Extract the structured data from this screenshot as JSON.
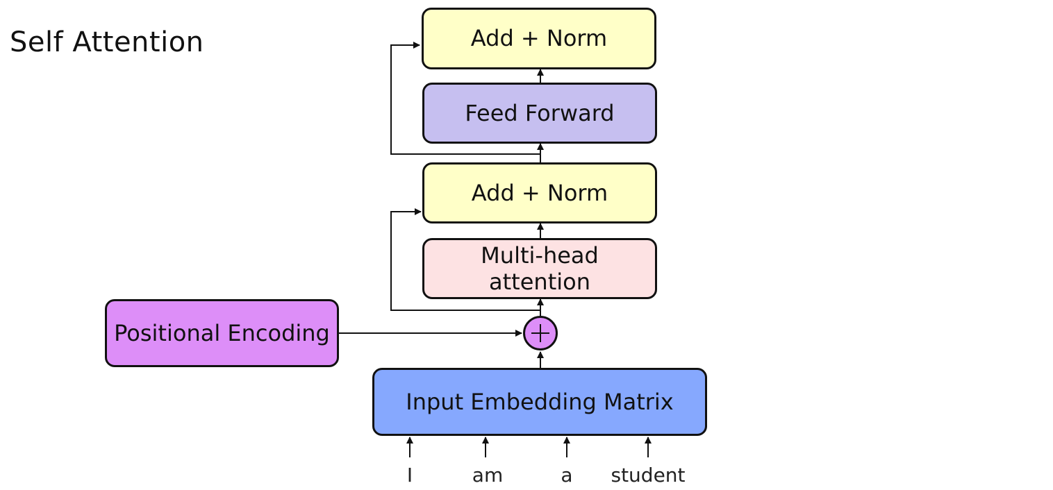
{
  "title": "Self  Attention",
  "blocks": {
    "add_norm_top": "Add + Norm",
    "feed_forward": "Feed Forward",
    "add_norm_bottom": "Add + Norm",
    "multi_head_line1": "Multi-head",
    "multi_head_line2": "attention",
    "positional_encoding": "Positional Encoding",
    "input_embedding": "Input Embedding Matrix"
  },
  "tokens": [
    "I",
    "am",
    "a",
    "student"
  ],
  "colors": {
    "add_norm": "#ffffc8",
    "feed_forward": "#c6bff0",
    "multi_head_attention": "#fde2e3",
    "positional_encoding": "#dd8ef8",
    "input_embedding": "#86a8fe",
    "stroke": "#111111"
  }
}
